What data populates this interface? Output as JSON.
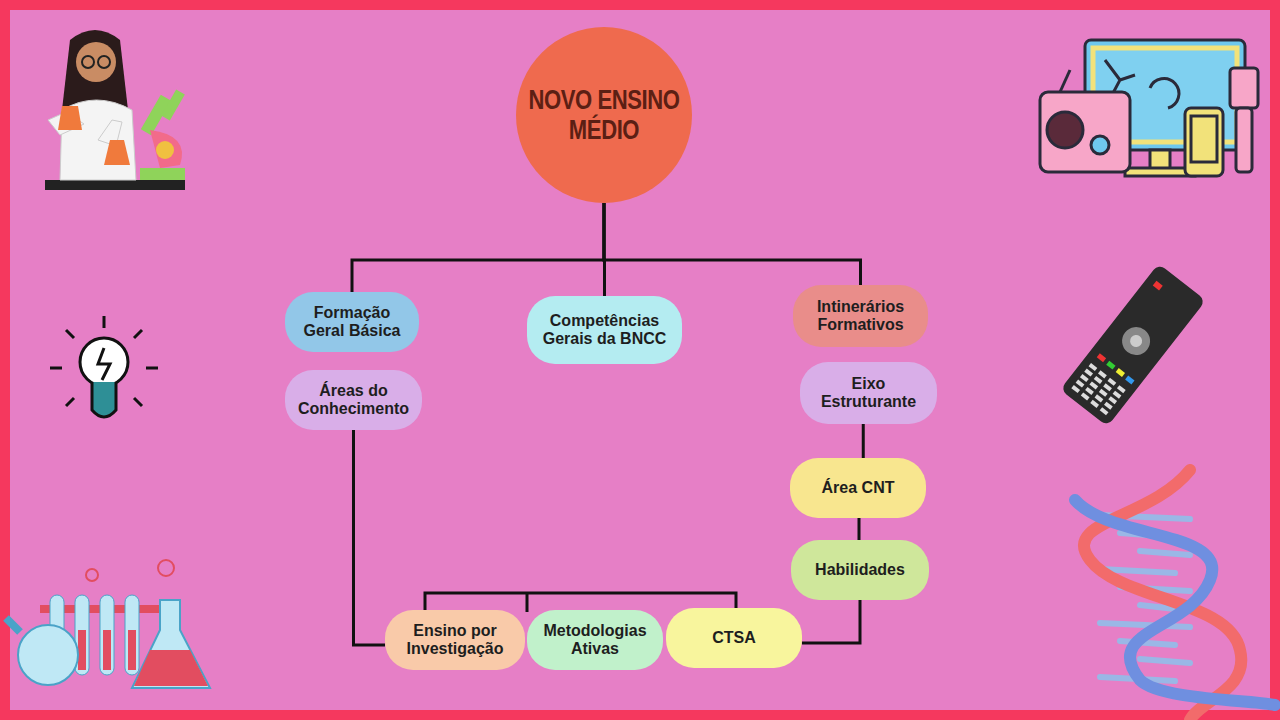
{
  "diagram": {
    "nodes": [
      {
        "text": [
          "NOVO ENSINO MÉDIO"
        ]
      },
      {
        "text": [
          "Formação Geral Básica"
        ]
      },
      {
        "text": [
          "Áreas do Conhecimento"
        ]
      },
      {
        "text": [
          "Competências Gerais da BNCC"
        ]
      },
      {
        "text": [
          "Intinerários Formativos"
        ]
      },
      {
        "text": [
          "Eixo Estruturante"
        ]
      },
      {
        "text": [
          "Área CNT"
        ]
      },
      {
        "text": [
          "Habilidades"
        ]
      },
      {
        "text": [
          "Ensino por Investigação"
        ]
      },
      {
        "text": [
          "Metodologias Ativas"
        ]
      },
      {
        "text": [
          "CTSA"
        ]
      }
    ],
    "edges": [
      {
        "from": 0,
        "to": 1,
        "arrow": "none"
      },
      {
        "from": 0,
        "to": 3,
        "arrow": "none"
      },
      {
        "from": 0,
        "to": 4,
        "arrow": "none"
      },
      {
        "from": 2,
        "to": 8,
        "arrow": "none"
      },
      {
        "from": 5,
        "to": 6,
        "arrow": "none"
      },
      {
        "from": 6,
        "to": 7,
        "arrow": "none"
      },
      {
        "from": 7,
        "to": 10,
        "arrow": "none"
      }
    ]
  }
}
